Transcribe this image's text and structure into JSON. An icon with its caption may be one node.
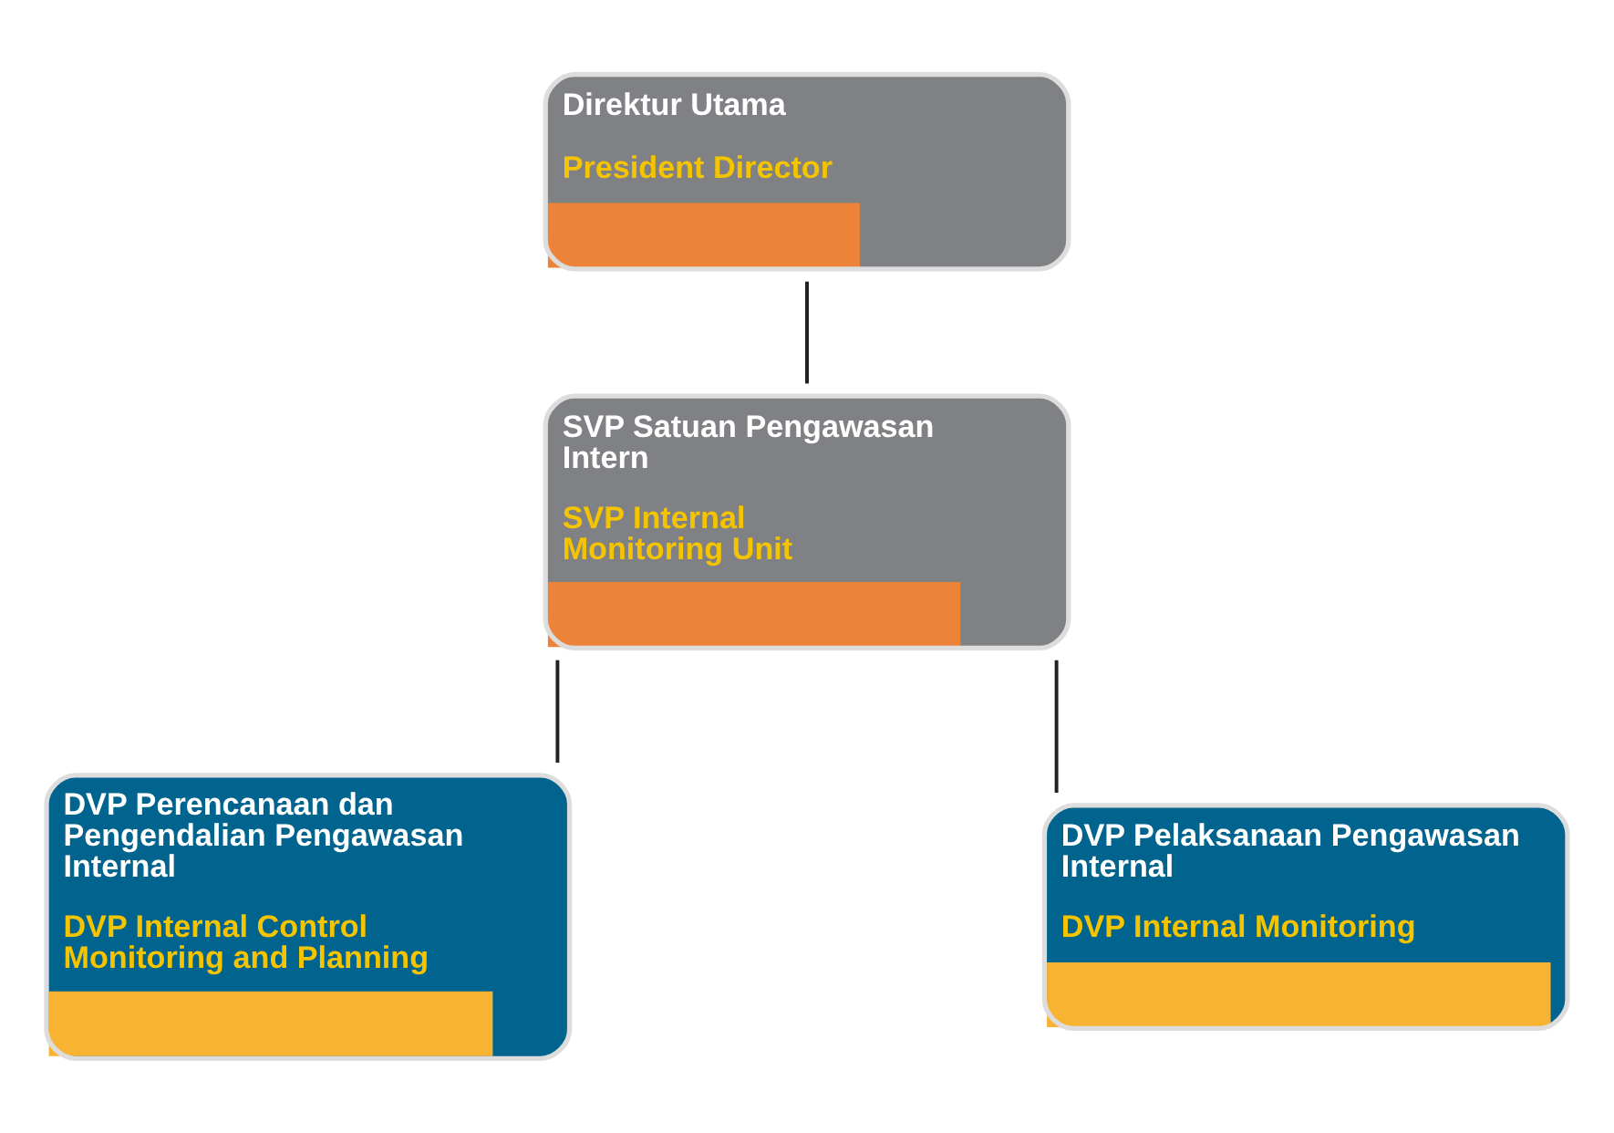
{
  "diagram": {
    "nodes": [
      {
        "text": [
          "Direktur Utama",
          "President Director"
        ]
      },
      {
        "text": [
          "SVP Satuan Pengawasan Intern",
          "SVP Internal Monitoring Unit"
        ]
      },
      {
        "text": [
          "DVP Perencanaan dan Pengendalian Pengawasan Internal",
          "DVP Internal Control Monitoring and Planning"
        ]
      },
      {
        "text": [
          "DVP Pelaksanaan Pengawasan Internal",
          "DVP Internal Monitoring"
        ]
      }
    ],
    "edges": [
      {
        "from": 0,
        "to": 1,
        "arrow": "none"
      },
      {
        "from": 1,
        "to": 2,
        "arrow": "none"
      },
      {
        "from": 1,
        "to": 3,
        "arrow": "none"
      }
    ]
  }
}
